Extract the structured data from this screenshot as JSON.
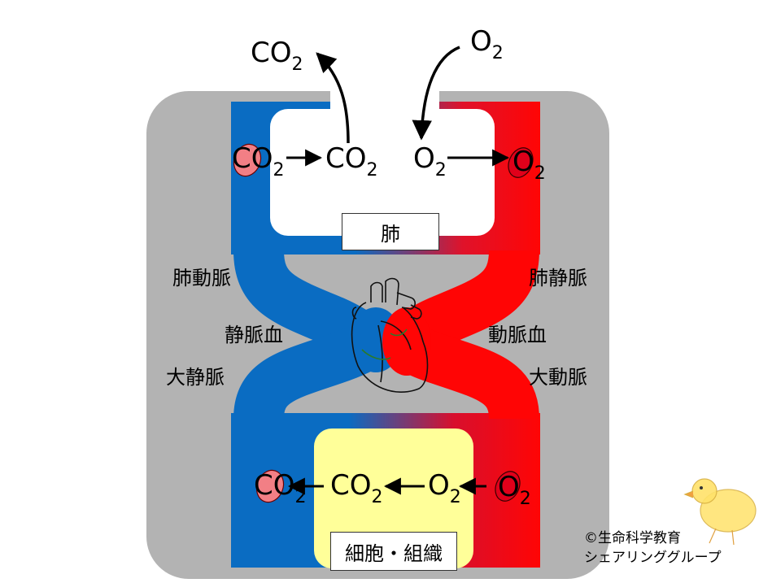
{
  "gases": {
    "co2_base": "CO",
    "o2_base": "O",
    "subscript": "2"
  },
  "organs": {
    "lung": "肺",
    "tissue": "細胞・組織"
  },
  "vessels": {
    "pulmonary_artery": "肺動脈",
    "pulmonary_vein": "肺静脈",
    "venous_blood": "静脈血",
    "arterial_blood": "動脈血",
    "vena_cava": "大静脈",
    "aorta": "大動脈"
  },
  "credit": {
    "line1": "©生命科学教育",
    "line2": "シェアリンググループ"
  },
  "colors": {
    "background_panel": "#b3b3b3",
    "venous": "#0a6cc2",
    "arterial": "#ff0505",
    "lung_fill": "#ffffff",
    "tissue_fill": "#ffff99",
    "red_cell": "#f27f85"
  }
}
